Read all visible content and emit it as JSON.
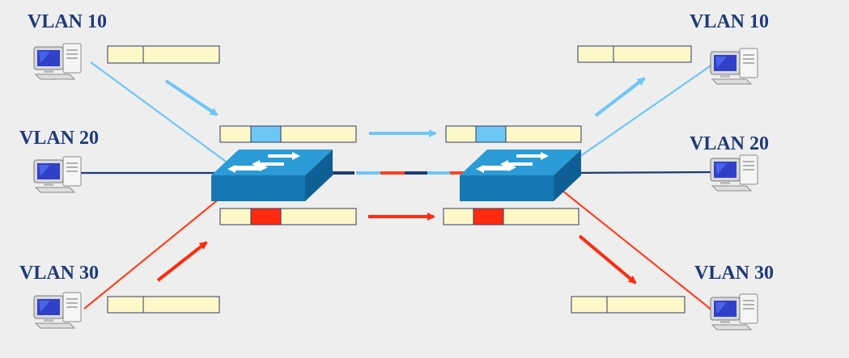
{
  "vlans": [
    {
      "id": "vlan10",
      "label": "VLAN 10",
      "color": "#6ec6f5"
    },
    {
      "id": "vlan20",
      "label": "VLAN 20",
      "color": "#1f3a77"
    },
    {
      "id": "vlan30",
      "label": "VLAN 30",
      "color": "#ff4020"
    }
  ],
  "hosts": [
    {
      "side": "left",
      "vlan": "vlan10",
      "label": "VLAN 10"
    },
    {
      "side": "left",
      "vlan": "vlan20",
      "label": "VLAN 20"
    },
    {
      "side": "left",
      "vlan": "vlan30",
      "label": "VLAN 30"
    },
    {
      "side": "right",
      "vlan": "vlan10",
      "label": "VLAN 10"
    },
    {
      "side": "right",
      "vlan": "vlan20",
      "label": "VLAN 20"
    },
    {
      "side": "right",
      "vlan": "vlan30",
      "label": "VLAN 30"
    }
  ],
  "switches": [
    {
      "id": "switch-left",
      "icon": "switch-icon"
    },
    {
      "id": "switch-right",
      "icon": "switch-icon"
    }
  ],
  "frames": [
    {
      "id": "frame-untagged-left-10",
      "tagged": false
    },
    {
      "id": "frame-untagged-left-30",
      "tagged": false
    },
    {
      "id": "frame-tagged-10-left",
      "tagged": true,
      "tag_color": "#6ec6f5"
    },
    {
      "id": "frame-tagged-30-left",
      "tagged": true,
      "tag_color": "#ff2a10"
    },
    {
      "id": "frame-tagged-10-right",
      "tagged": true,
      "tag_color": "#6ec6f5"
    },
    {
      "id": "frame-tagged-30-right",
      "tagged": true,
      "tag_color": "#ff2a10"
    },
    {
      "id": "frame-untagged-right-10",
      "tagged": false
    },
    {
      "id": "frame-untagged-right-30",
      "tagged": false
    }
  ],
  "colors": {
    "frame_fill": "#fdf8c8",
    "frame_stroke": "#2f3a66",
    "trunk_base": "#1f3a77",
    "switch_top": "#2a9bd6",
    "switch_side": "#1677b3",
    "background": "#eeeeee"
  }
}
